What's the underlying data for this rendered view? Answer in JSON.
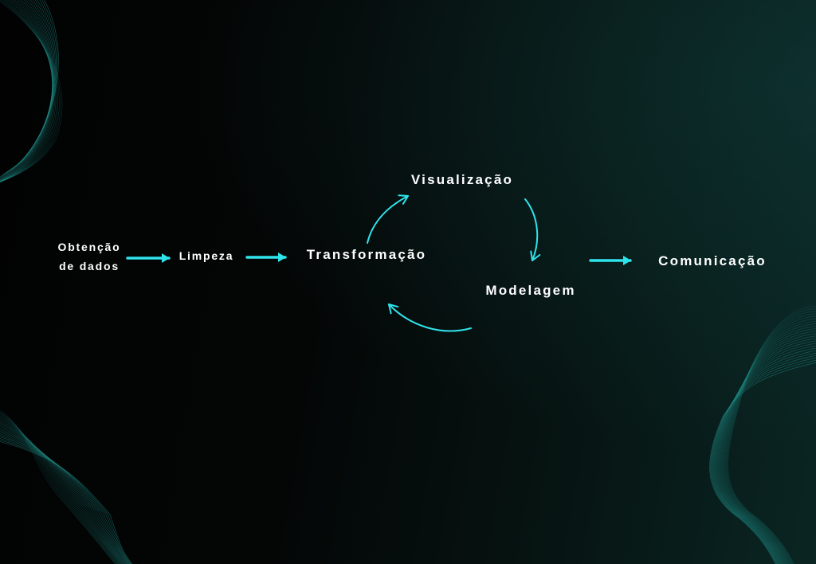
{
  "diagram": {
    "nodes": {
      "obtencao": [
        "Obtenção",
        "de dados"
      ],
      "limpeza": "Limpeza",
      "transformacao": "Transformação",
      "visualizacao": "Visualização",
      "modelagem": "Modelagem",
      "comunicacao": "Comunicação"
    },
    "edges": [
      {
        "from": "obtencao",
        "to": "limpeza"
      },
      {
        "from": "limpeza",
        "to": "transformacao"
      },
      {
        "from": "transformacao",
        "to": "visualizacao"
      },
      {
        "from": "visualizacao",
        "to": "modelagem"
      },
      {
        "from": "modelagem",
        "to": "transformacao"
      },
      {
        "from": "modelagem",
        "to": "comunicacao"
      }
    ]
  },
  "colors": {
    "arrow": "#2fe3ec",
    "text": "#ffffff",
    "decor_lines": "#1f8c86"
  }
}
